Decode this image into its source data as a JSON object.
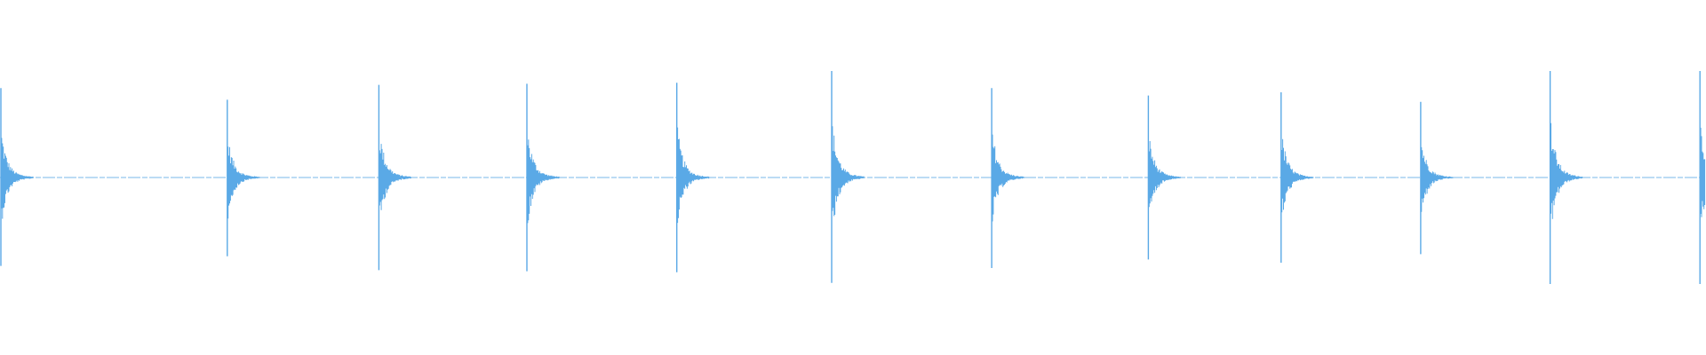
{
  "chart_data": {
    "type": "line",
    "title": "",
    "xlabel": "",
    "ylabel": "",
    "ylim": [
      -1,
      1
    ],
    "grid": false,
    "legend": "none",
    "baseline_amplitude": 0.01,
    "series": [
      {
        "color": "#5aa9e6",
        "transients": [
          {
            "onset": 0.0,
            "peak_pos": 0.84,
            "peak_neg": -0.83
          },
          {
            "onset": 0.133,
            "peak_pos": 0.73,
            "peak_neg": -0.74
          },
          {
            "onset": 0.222,
            "peak_pos": 0.87,
            "peak_neg": -0.87
          },
          {
            "onset": 0.309,
            "peak_pos": 0.88,
            "peak_neg": -0.88
          },
          {
            "onset": 0.397,
            "peak_pos": 0.89,
            "peak_neg": -0.89
          },
          {
            "onset": 0.488,
            "peak_pos": 1.0,
            "peak_neg": -0.99
          },
          {
            "onset": 0.582,
            "peak_pos": 0.84,
            "peak_neg": -0.85
          },
          {
            "onset": 0.674,
            "peak_pos": 0.77,
            "peak_neg": -0.77
          },
          {
            "onset": 0.752,
            "peak_pos": 0.8,
            "peak_neg": -0.8
          },
          {
            "onset": 0.834,
            "peak_pos": 0.71,
            "peak_neg": -0.72
          },
          {
            "onset": 0.91,
            "peak_pos": 1.0,
            "peak_neg": -1.0
          },
          {
            "onset": 0.998,
            "peak_pos": 1.0,
            "peak_neg": -1.0
          }
        ]
      }
    ]
  }
}
